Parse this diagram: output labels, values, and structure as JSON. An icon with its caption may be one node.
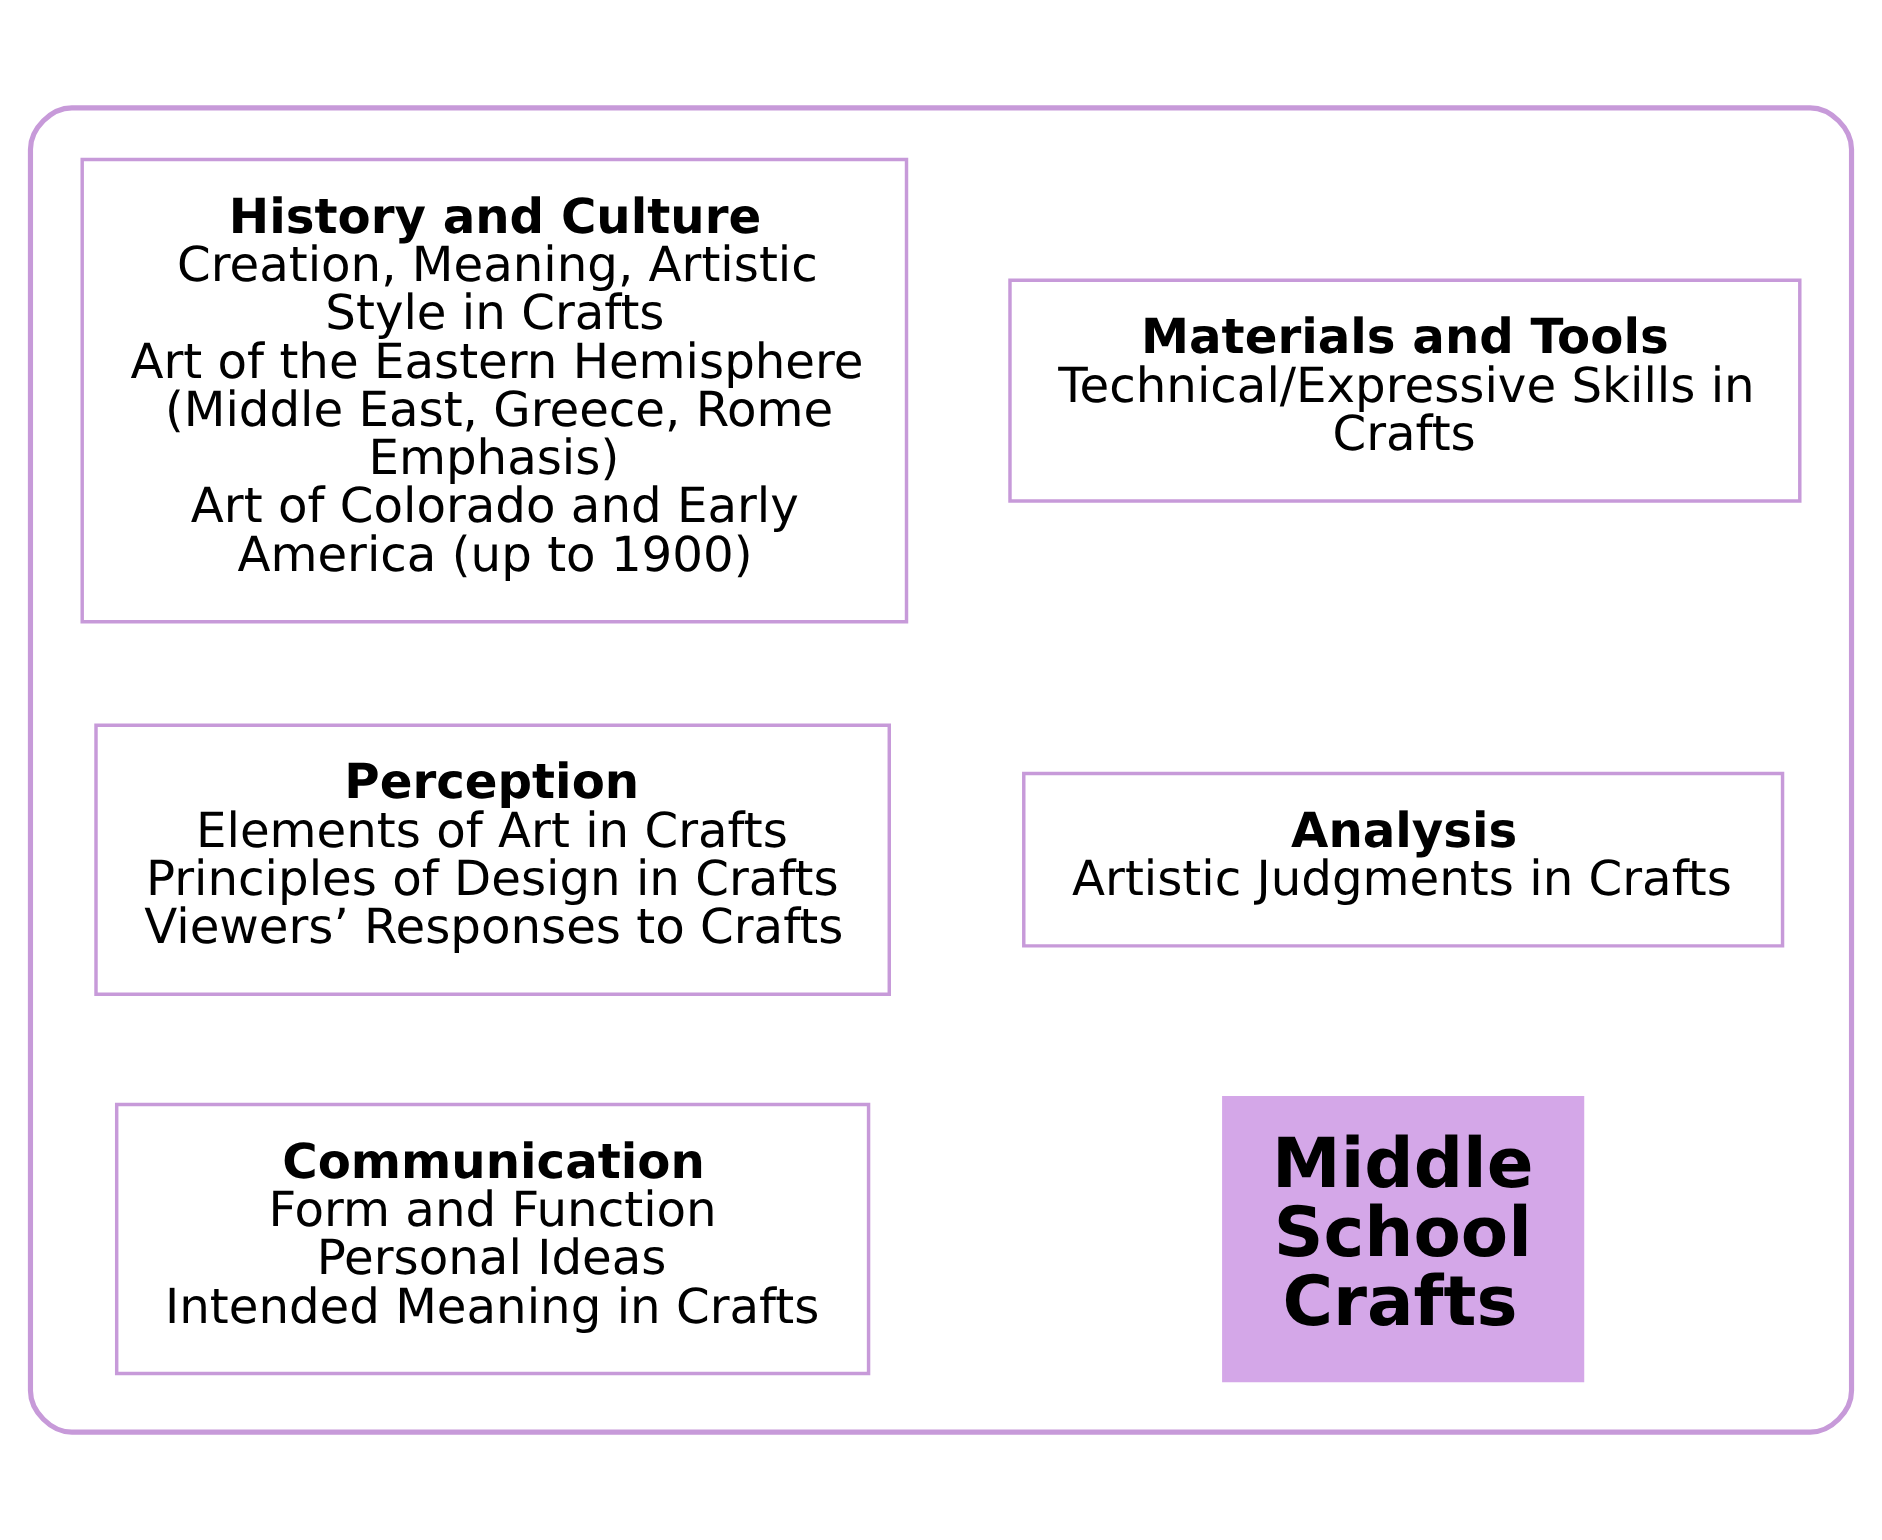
{
  "diagram": {
    "nodes": [
      {
        "text": [],
        "shape": "box"
      },
      {
        "text": [
          "Communication",
          "Form and Function",
          "Personal Ideas",
          "Intended Meaning in Crafts"
        ],
        "in": 0
      },
      {
        "text": [
          "Perception",
          "Elements of Art in Crafts",
          "Principles of Design in Crafts",
          "Viewers’ Responses to Crafts"
        ],
        "in": 0
      },
      {
        "text": [
          "Materials and Tools",
          "Technical/Expressive Skills in Crafts"
        ],
        "in": 0
      },
      {
        "text": [
          "Middle School Crafts"
        ],
        "in": 0
      },
      {
        "text": [
          "Analysis",
          "Artistic Judgments in Crafts"
        ],
        "in": 0
      },
      {
        "text": [
          "History and Culture",
          "Creation, Meaning, Artistic Style in Crafts",
          "Art of the Eastern Hemisphere (Middle East, Greece, Rome Emphasis)",
          "Art of Colorado and Early America (up to 1900)"
        ],
        "in": 0
      }
    ],
    "edges": []
  }
}
